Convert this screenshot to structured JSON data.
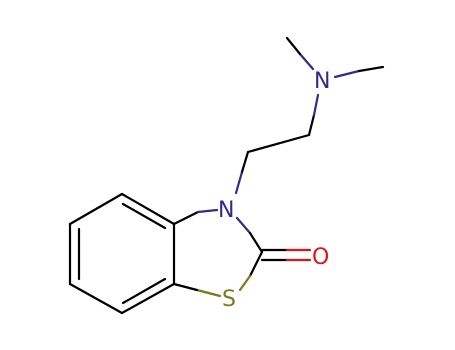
{
  "molecule": {
    "atoms": {
      "n_ring": "N",
      "n_amine": "N",
      "sulfur": "S",
      "oxygen": "O"
    },
    "colors": {
      "bond": "#000000",
      "nitrogen": "#2f2c8f",
      "sulfur": "#7a7a1c",
      "oxygen": "#e0141b"
    }
  }
}
